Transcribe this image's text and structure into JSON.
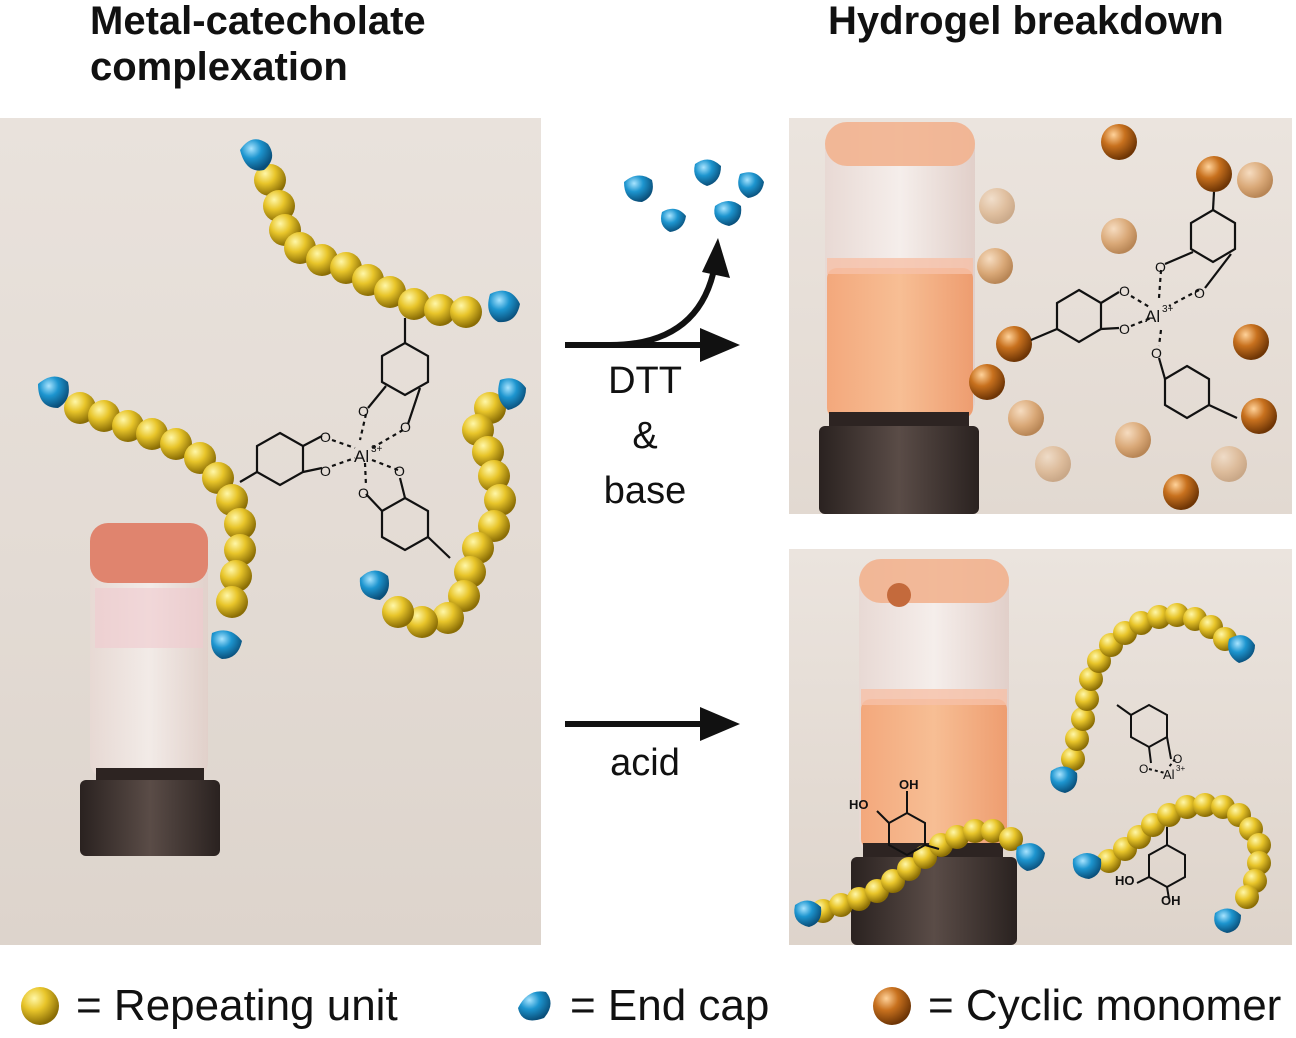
{
  "titles": {
    "left": "Metal-catecholate complexation",
    "right": "Hydrogel breakdown"
  },
  "reactions": {
    "top_line1": "DTT",
    "top_line2": "&",
    "top_line3": "base",
    "bottom": "acid"
  },
  "chem": {
    "oxygen": "O",
    "metal": "Al",
    "metal_charge": "3+",
    "hydroxyl": "OH",
    "hydroxyl_left": "HO"
  },
  "legend": [
    {
      "symbol": "yellow-bead",
      "label": "= Repeating unit"
    },
    {
      "symbol": "blue-cap",
      "label": "= End cap"
    },
    {
      "symbol": "orange-sphere",
      "label": "= Cyclic monomer"
    }
  ],
  "colors": {
    "repeating_unit": "#e3c21f",
    "end_cap": "#1a8fc9",
    "cyclic_monomer": "#c6701e",
    "gel": "#f0a57a",
    "vial_cap": "#3a302c"
  }
}
